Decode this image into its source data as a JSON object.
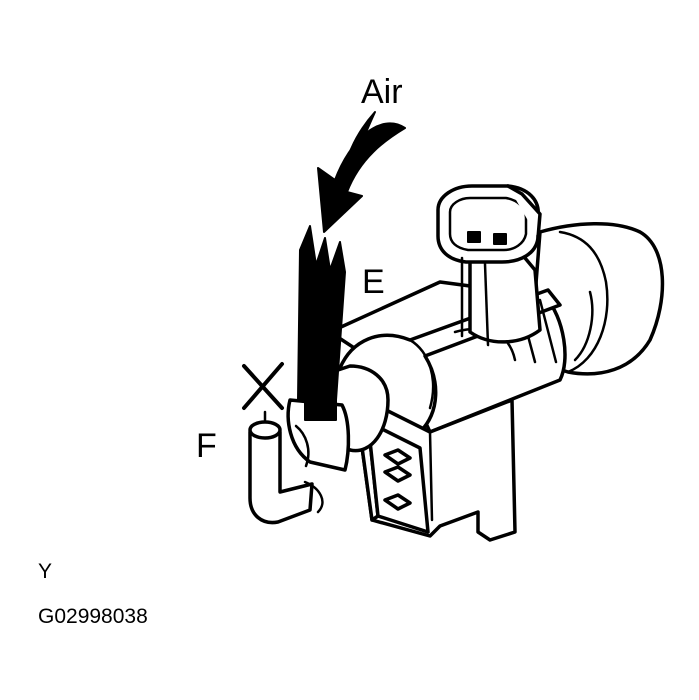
{
  "labels": {
    "air": "Air",
    "port_e": "E",
    "port_f": "F",
    "view": "Y",
    "figure_code": "G02998038"
  }
}
